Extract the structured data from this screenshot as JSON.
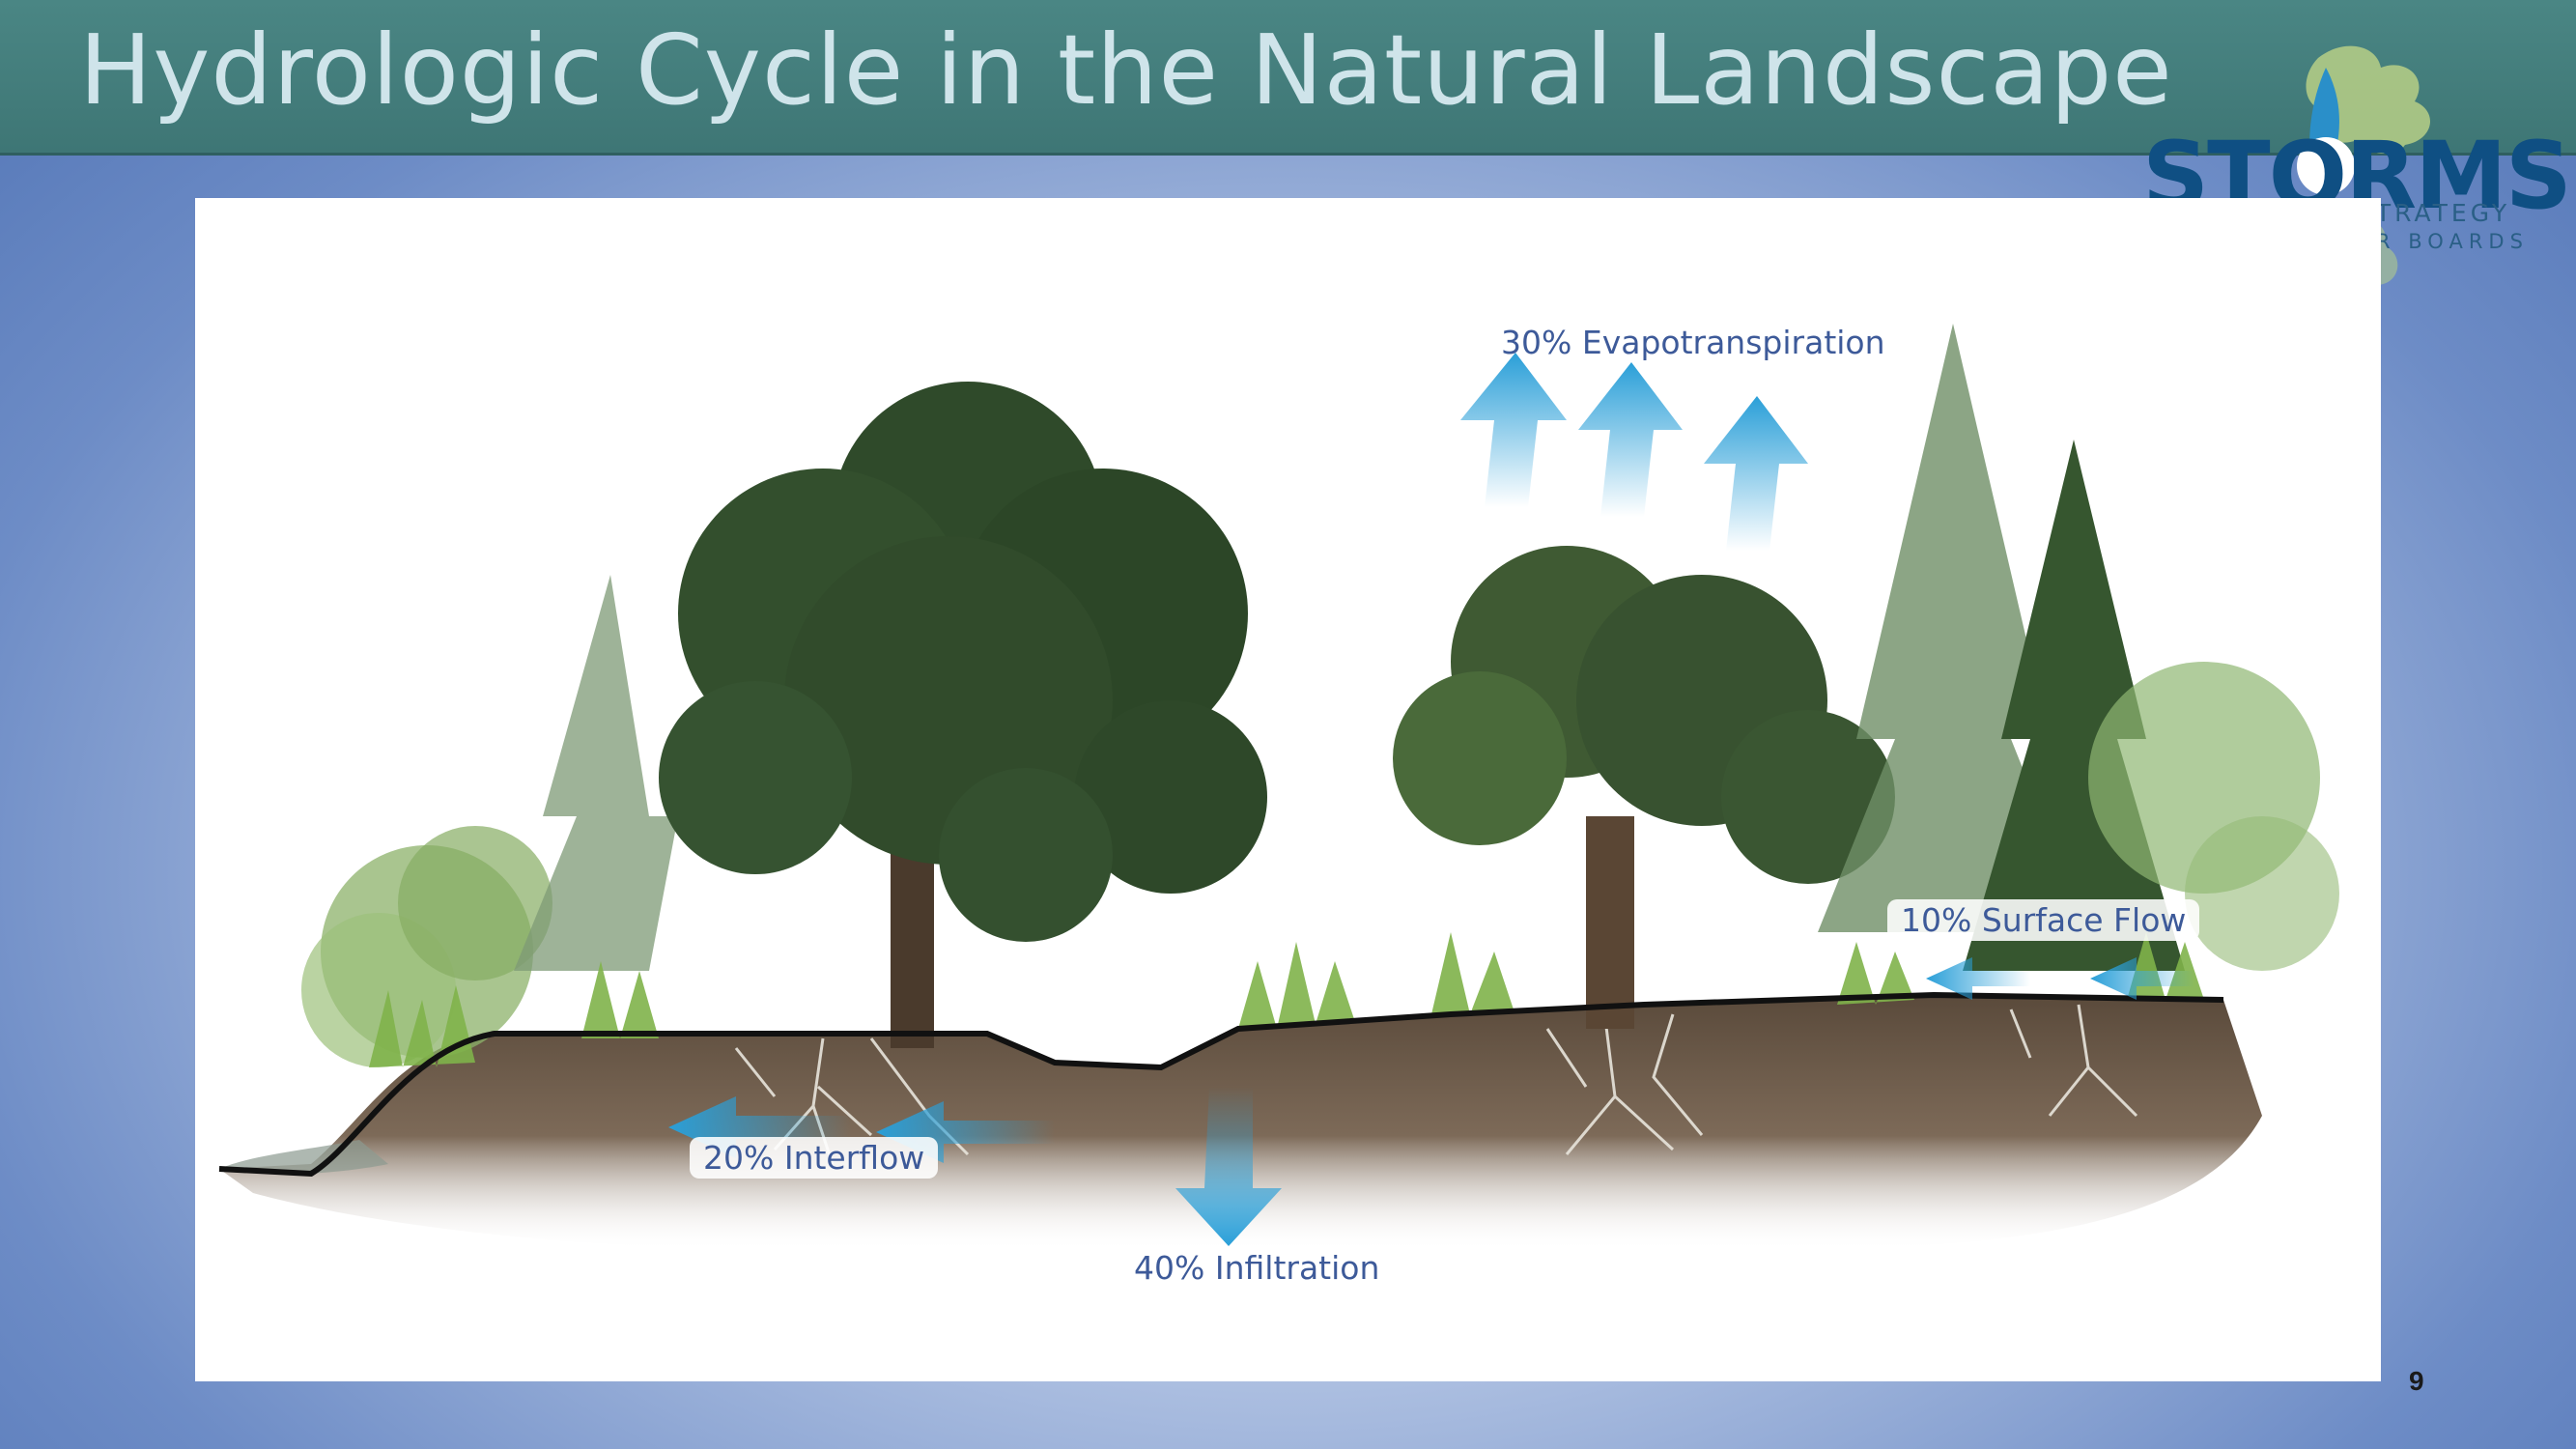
{
  "slide": {
    "title": "Hydrologic Cycle in the Natural Landscape",
    "page_number": "9"
  },
  "logo": {
    "word": "STORMS",
    "subtitle_line1": "STRATEGY",
    "subtitle_line2": "R BOARDS"
  },
  "diagram": {
    "labels": {
      "evapotranspiration": "30% Evapotranspiration",
      "surface_flow": "10% Surface Flow",
      "interflow": "20% Interflow",
      "infiltration": "40% Infiltration"
    }
  },
  "colors": {
    "title_bar": "#4a8684",
    "title_text": "#cfe4ea",
    "arrow": "#2a9fd8",
    "label_text": "#3d5a99",
    "logo_blue": "#0f4f83"
  }
}
